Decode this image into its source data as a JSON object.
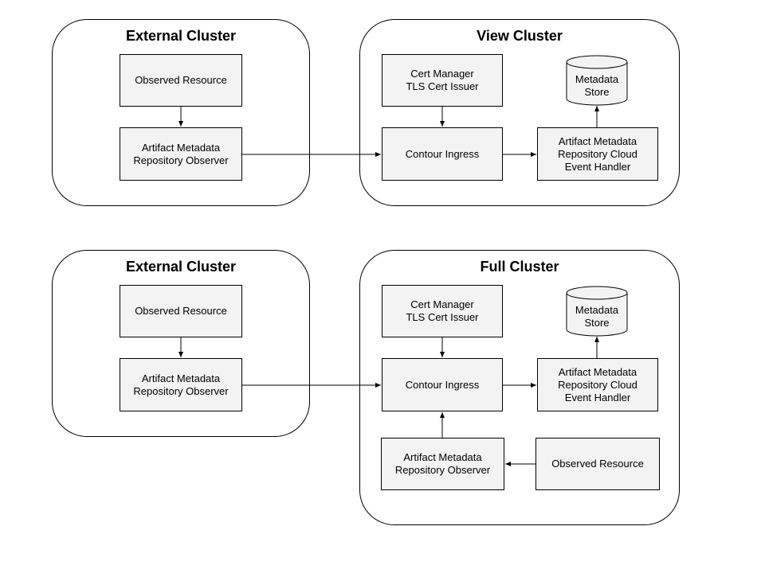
{
  "top": {
    "external": {
      "title": "External Cluster",
      "observed_resource": "Observed Resource",
      "observer": "Artifact Metadata\nRepository Observer"
    },
    "view": {
      "title": "View Cluster",
      "cert_manager": "Cert Manager\nTLS Cert Issuer",
      "contour": "Contour Ingress",
      "metadata_store": "Metadata\nStore",
      "event_handler": "Artifact Metadata\nRepository Cloud\nEvent Handler"
    }
  },
  "bottom": {
    "external": {
      "title": "External Cluster",
      "observed_resource": "Observed Resource",
      "observer": "Artifact Metadata\nRepository Observer"
    },
    "full": {
      "title": "Full Cluster",
      "cert_manager": "Cert Manager\nTLS Cert Issuer",
      "contour": "Contour Ingress",
      "metadata_store": "Metadata\nStore",
      "event_handler": "Artifact Metadata\nRepository Cloud\nEvent Handler",
      "observer": "Artifact Metadata\nRepository Observer",
      "observed_resource": "Observed Resource"
    }
  },
  "colors": {
    "node_fill": "#f3f3f3",
    "stroke": "#000000",
    "background": "#ffffff"
  }
}
